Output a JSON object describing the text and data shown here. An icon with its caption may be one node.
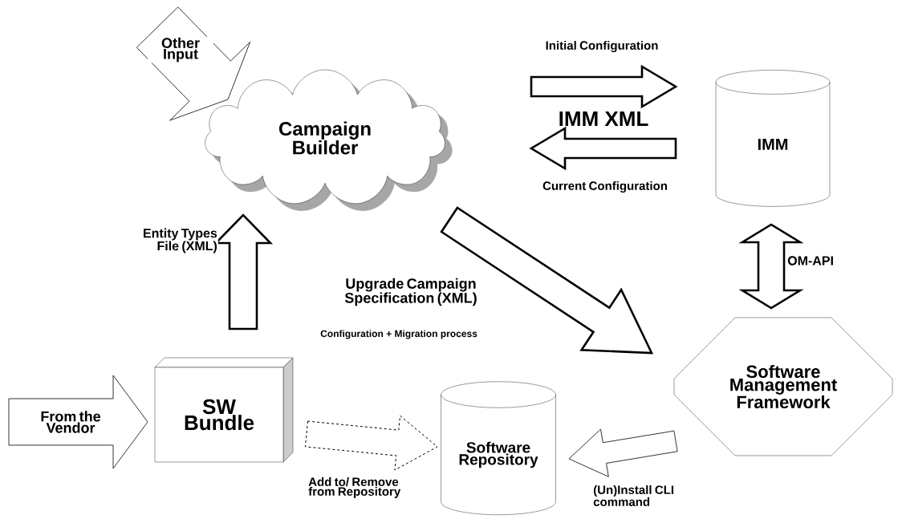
{
  "diagram": {
    "nodes": [
      {
        "text": [
          "Campaign Builder"
        ]
      },
      {
        "text": [
          "IMM"
        ]
      },
      {
        "text": [
          "SW Bundle"
        ]
      },
      {
        "text": [
          "Software Repository"
        ]
      },
      {
        "text": [
          "Software Management Framework"
        ]
      }
    ],
    "edges": [
      {
        "from": null,
        "to": 0,
        "arrow": "to",
        "label": "Other Input"
      },
      {
        "from": 0,
        "to": 1,
        "arrow": "to",
        "label": "Initial Configuration",
        "style": "thick"
      },
      {
        "from": 1,
        "to": 0,
        "arrow": "to",
        "label": "Current Configuration",
        "style": "thick"
      },
      {
        "from": 2,
        "to": 0,
        "arrow": "to",
        "label": "Entity Types File (XML)",
        "style": "thick"
      },
      {
        "from": 0,
        "to": 4,
        "arrow": "to",
        "label": "Upgrade Campaign Specification (XML)",
        "style": "thick"
      },
      {
        "from": 1,
        "to": 4,
        "arrow": "both",
        "label": "OM-API",
        "style": "thick"
      },
      {
        "from": null,
        "to": 2,
        "arrow": "to",
        "label": "From the Vendor"
      },
      {
        "from": 2,
        "to": 3,
        "arrow": "to",
        "label": "Add to/ Remove from Repository",
        "style": "dashed"
      },
      {
        "from": 4,
        "to": 3,
        "arrow": "to",
        "label": "(Un)Install CLI command"
      }
    ],
    "labels": [
      "IMM XML",
      "Configuration + Migration process"
    ]
  }
}
